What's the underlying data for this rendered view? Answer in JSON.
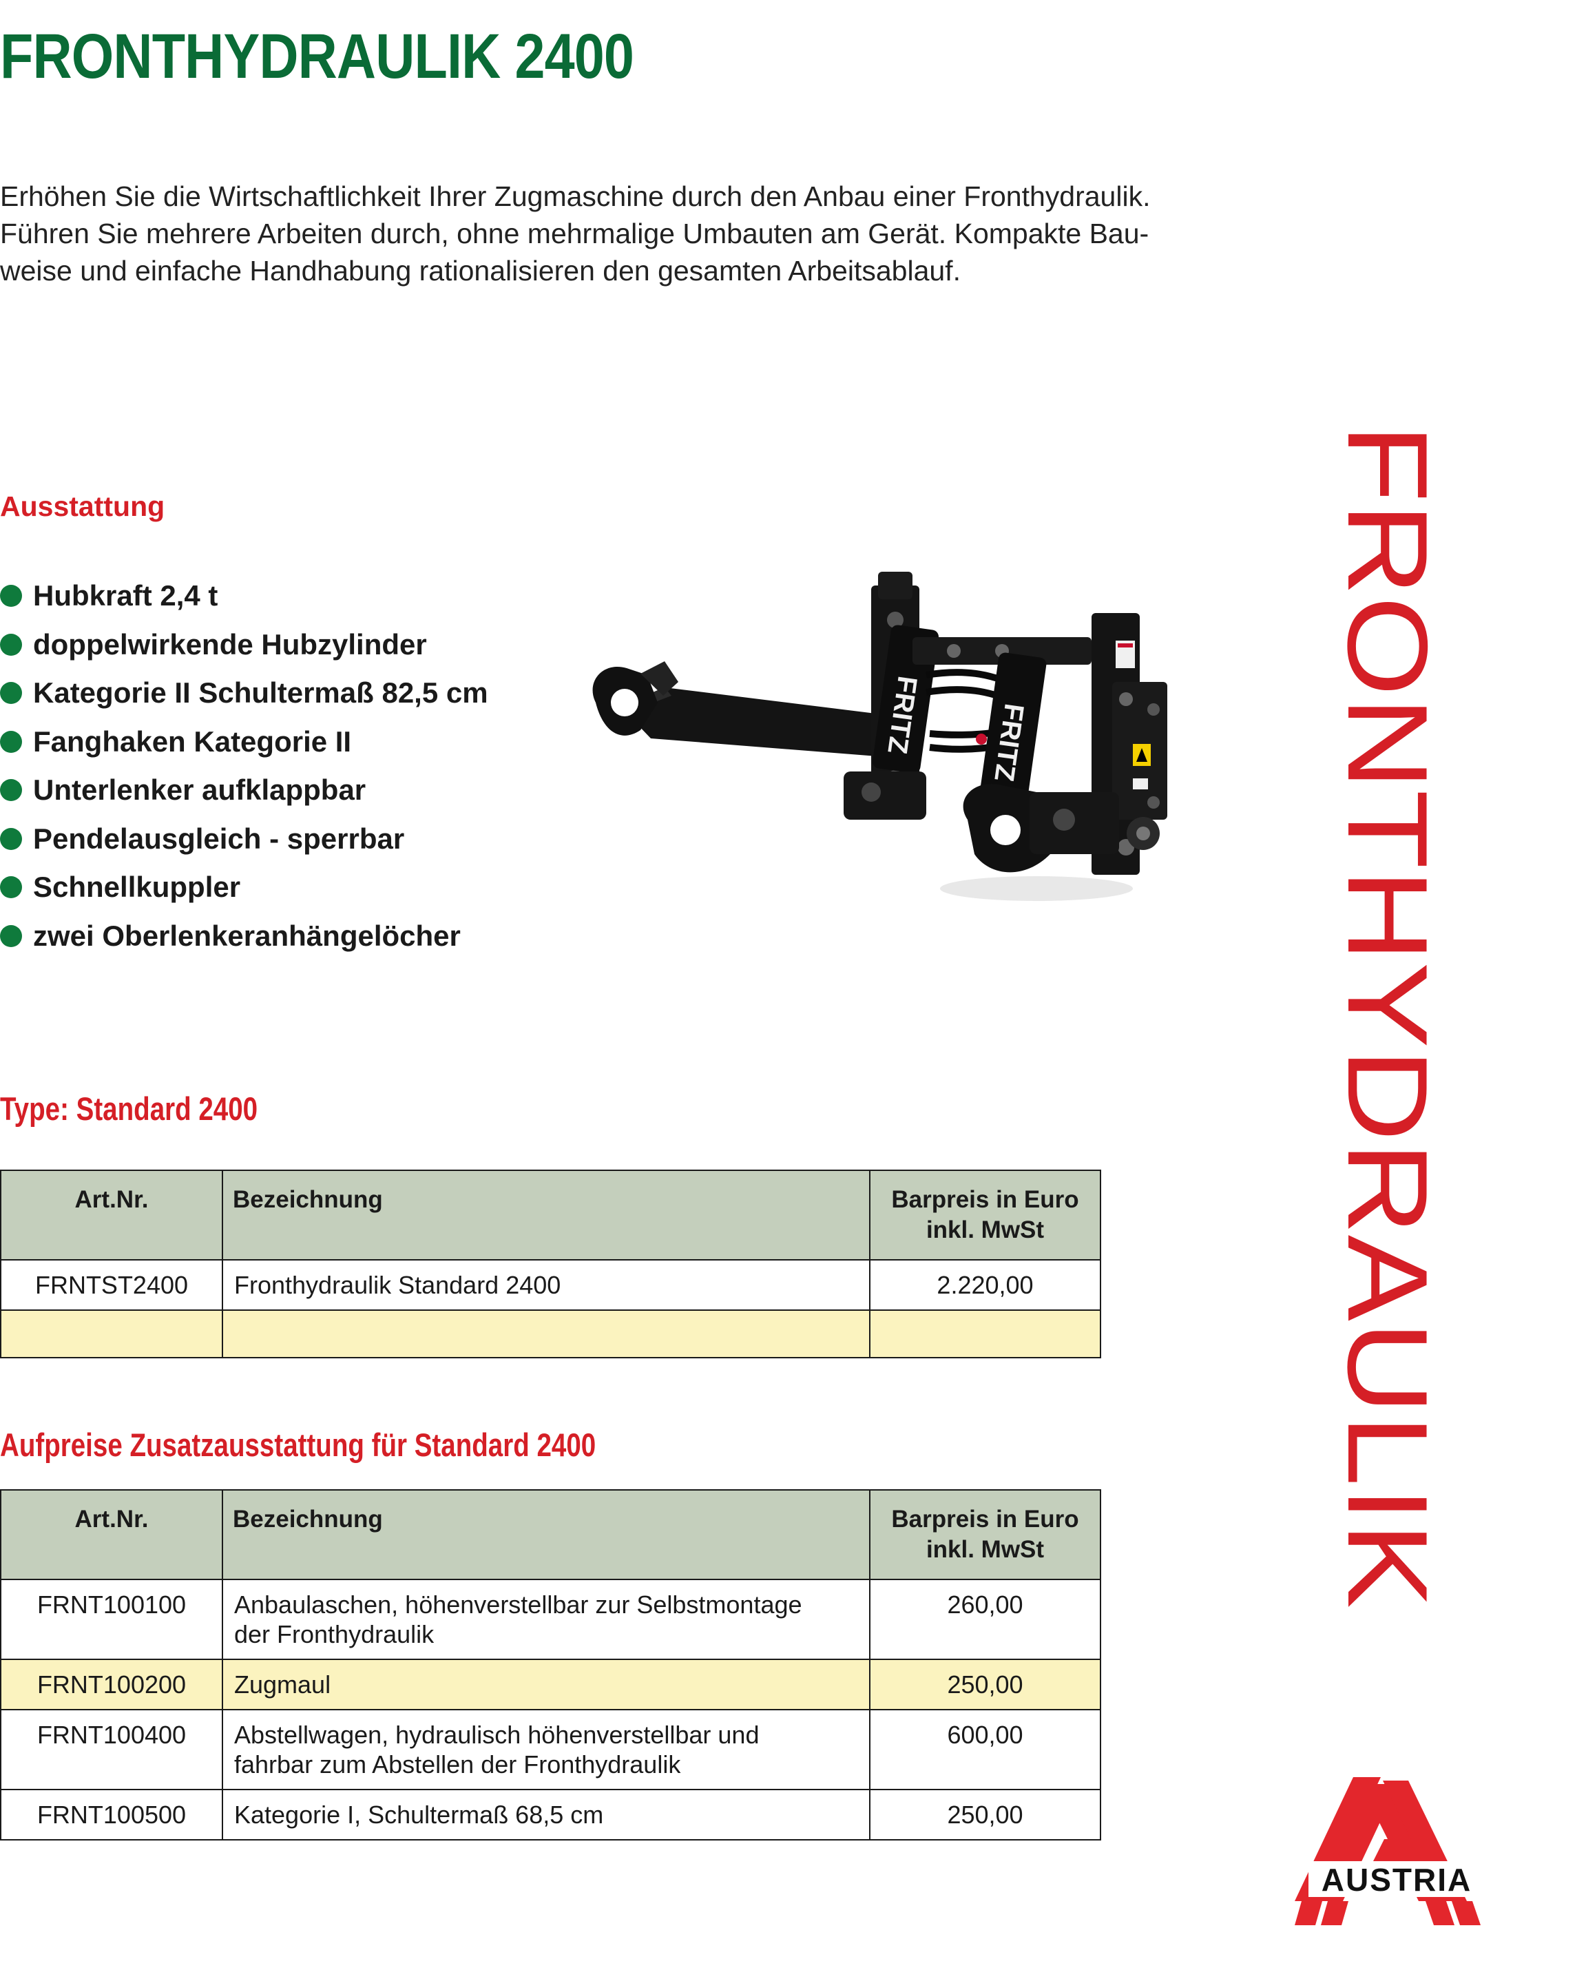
{
  "title": "FRONTHYDRAULIK 2400",
  "intro": [
    "Erhöhen Sie die Wirtschaftlichkeit Ihrer Zugmaschine durch den Anbau einer Fronthydraulik.",
    "Führen Sie mehrere Arbeiten durch, ohne mehrmalige Umbauten am Gerät. Kompakte Bau-",
    "weise und einfache Handhabung rationalisieren den gesamten Arbeitsablauf."
  ],
  "ausstattung_heading": "Ausstattung",
  "features": [
    "Hubkraft 2,4 t",
    "doppelwirkende Hubzylinder",
    "Kategorie II Schultermaß 82,5 cm",
    "Fanghaken Kategorie II",
    "Unterlenker aufklappbar",
    "Pendelausgleich - sperrbar",
    "Schnellkuppler",
    "zwei Oberlenkeranhängelöcher"
  ],
  "image_brand": "FRITZ",
  "vertical_title": "FRONTHYDRAULIK",
  "type_heading": "Type: Standard 2400",
  "table_headers": {
    "art": "Art.Nr.",
    "bez": "Bezeichnung",
    "price_line1": "Barpreis in Euro",
    "price_line2": "inkl. MwSt"
  },
  "standard_rows": [
    {
      "art": "FRNTST2400",
      "bez": "Fronthydraulik Standard 2400",
      "price": "2.220,00"
    },
    {
      "art": "",
      "bez": "",
      "price": ""
    }
  ],
  "aufpreise_heading": "Aufpreise Zusatzausstattung für Standard 2400",
  "extra_rows": [
    {
      "art": "FRNT100100",
      "bez1": "Anbaulaschen, höhenverstellbar zur Selbstmontage",
      "bez2": "der Fronthydraulik",
      "price": "260,00"
    },
    {
      "art": "FRNT100200",
      "bez1": "Zugmaul",
      "bez2": "",
      "price": "250,00"
    },
    {
      "art": "FRNT100400",
      "bez1": "Abstellwagen, hydraulisch höhenverstellbar und",
      "bez2": "fahrbar zum Abstellen der Fronthydraulik",
      "price": "600,00"
    },
    {
      "art": "FRNT100500",
      "bez1": "Kategorie I, Schultermaß 68,5 cm",
      "bez2": "",
      "price": "250,00"
    }
  ],
  "logo_text": "AUSTRIA",
  "colors": {
    "green": "#0a6b36",
    "red": "#d51f26",
    "header_bg": "#c4cfbc",
    "row_yellow": "#fbf3bf"
  }
}
